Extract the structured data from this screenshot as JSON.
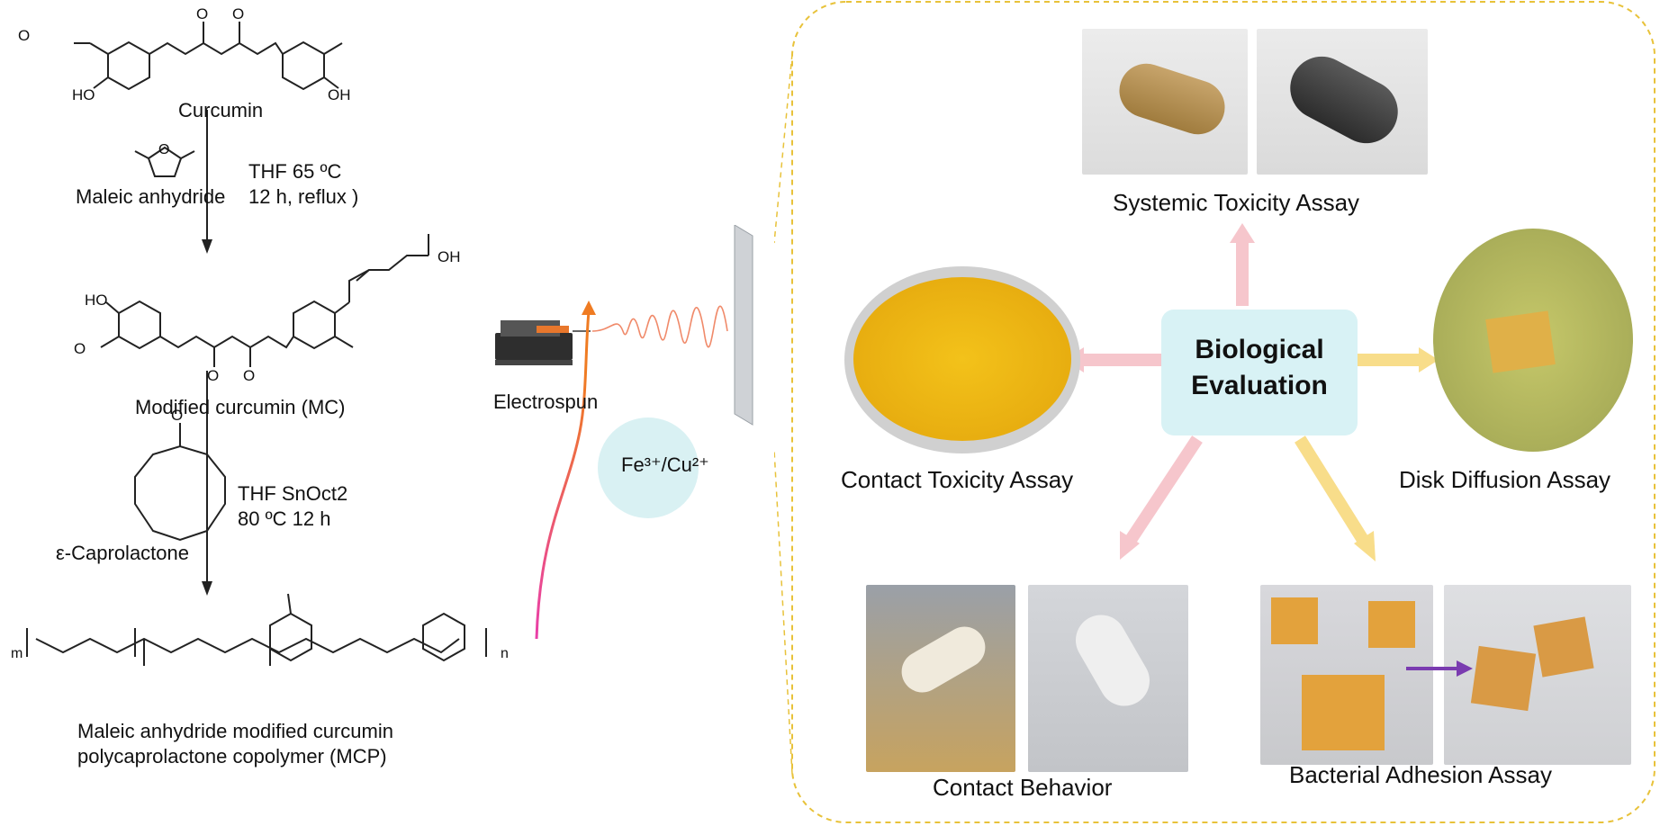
{
  "synthesis": {
    "curcumin": "Curcumin",
    "step1_reagent": "Maleic anhydride",
    "step1_line1": "THF 65 ºC",
    "step1_line2": "12 h, reflux )",
    "mc": "Modified curcumin (MC)",
    "step2_reagent": "ε-Caprolactone",
    "step2_line1": "THF SnOct2",
    "step2_line2": "80 ºC 12 h",
    "mcp_line1": "Maleic anhydride modified curcumin",
    "mcp_line2": "polycaprolactone copolymer (MCP)"
  },
  "atoms": {
    "o": "O",
    "oh": "OH",
    "ho": "HO",
    "m": "m",
    "n": "n"
  },
  "process": {
    "electrospun": "Electrospun",
    "ions": "Fe³⁺/Cu²⁺"
  },
  "evaluation": {
    "center_line1": "Biological",
    "center_line2": "Evaluation",
    "systemic": "Systemic Toxicity Assay",
    "contact_toxicity": "Contact Toxicity Assay",
    "disk": "Disk Diffusion Assay",
    "contact_behavior": "Contact Behavior",
    "bacterial": "Bacterial Adhesion Assay"
  },
  "colors": {
    "dashed_border": "#e8c23a",
    "center_box": "#d8f2f5",
    "pink_arrow": "#f6c6cc",
    "yellow_arrow": "#f8dd8a",
    "ion_circle": "#d9f1f3",
    "electrospin_arrow_start": "#e93fa8",
    "electrospin_arrow_end": "#ef7b22"
  }
}
